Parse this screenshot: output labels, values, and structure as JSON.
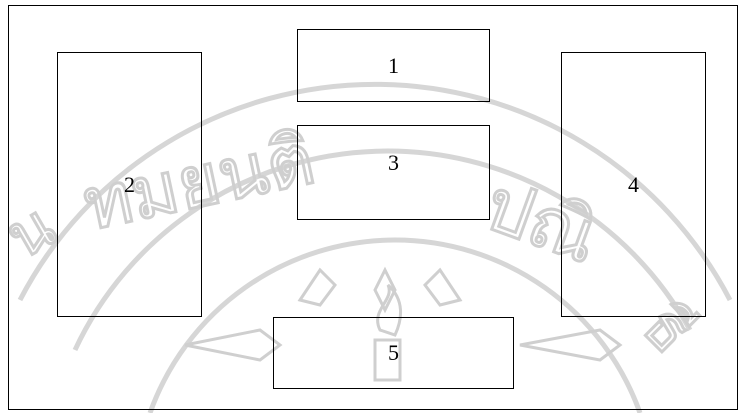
{
  "colors": {
    "line": "#000000",
    "watermark": "#d9d9d9",
    "background": "#ffffff"
  },
  "diagram": {
    "boxes": [
      {
        "id": "box-1",
        "label": "1"
      },
      {
        "id": "box-2",
        "label": "2"
      },
      {
        "id": "box-3",
        "label": "3"
      },
      {
        "id": "box-4",
        "label": "4"
      },
      {
        "id": "box-5",
        "label": "5"
      }
    ]
  },
  "watermark": {
    "text_left": "น ทมยนติ",
    "text_right": "ปณิธี"
  }
}
